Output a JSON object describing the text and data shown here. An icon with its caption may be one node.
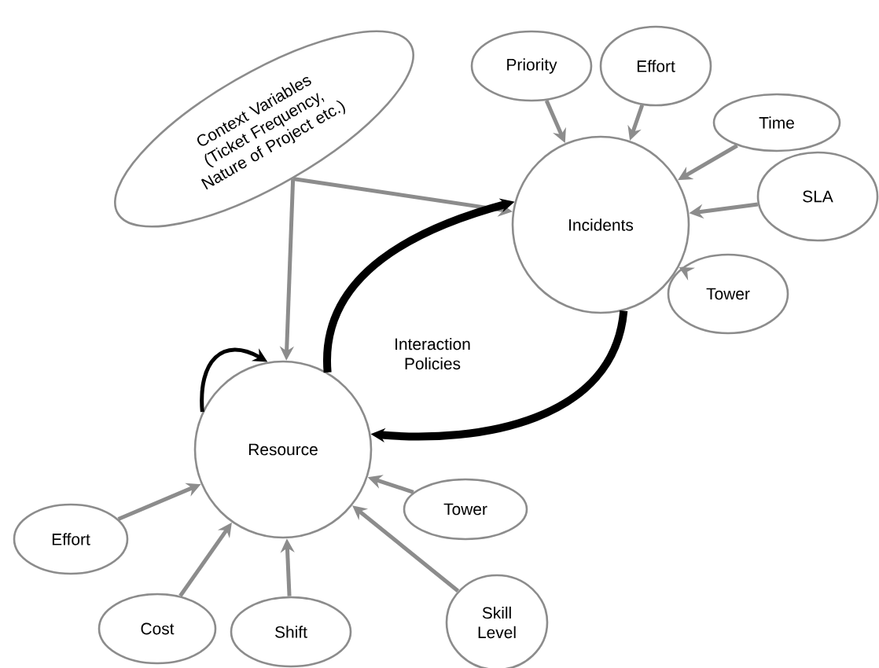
{
  "diagram": {
    "nodes": [
      {
        "text": [
          "Context Variables (Ticket Frequency, Nature of Project etc.)"
        ]
      },
      {
        "text": [
          "Priority"
        ]
      },
      {
        "text": [
          "Effort"
        ]
      },
      {
        "text": [
          "Time"
        ]
      },
      {
        "text": [
          "Incidents"
        ]
      },
      {
        "text": [
          "SLA"
        ]
      },
      {
        "text": [
          "Tower"
        ]
      },
      {
        "text": [
          "Resource"
        ]
      },
      {
        "text": [
          "Effort"
        ]
      },
      {
        "text": [
          "Tower"
        ]
      },
      {
        "text": [
          "Cost"
        ]
      },
      {
        "text": [
          "Shift"
        ]
      },
      {
        "text": [
          "Skill Level"
        ]
      }
    ],
    "edges": [
      {
        "from": 0,
        "to": 4,
        "arrow": "to"
      },
      {
        "from": 0,
        "to": 7,
        "arrow": "to"
      },
      {
        "from": 1,
        "to": 4,
        "arrow": "to"
      },
      {
        "from": 2,
        "to": 4,
        "arrow": "to"
      },
      {
        "from": 3,
        "to": 4,
        "arrow": "to"
      },
      {
        "from": 5,
        "to": 4,
        "arrow": "to"
      },
      {
        "from": 6,
        "to": 4,
        "arrow": "to"
      },
      {
        "from": 8,
        "to": 7,
        "arrow": "to"
      },
      {
        "from": 9,
        "to": 7,
        "arrow": "to"
      },
      {
        "from": 10,
        "to": 7,
        "arrow": "to"
      },
      {
        "from": 11,
        "to": 7,
        "arrow": "to"
      },
      {
        "from": 12,
        "to": 7,
        "arrow": "to"
      },
      {
        "from": 7,
        "to": 4,
        "arrow": "to",
        "style": "thick",
        "color": "#000000"
      },
      {
        "from": 4,
        "to": 7,
        "arrow": "to",
        "style": "thick",
        "color": "#000000"
      },
      {
        "from": 7,
        "to": 7,
        "arrow": "to",
        "color": "#000000"
      }
    ],
    "labels": [
      "Interaction Policies"
    ]
  }
}
